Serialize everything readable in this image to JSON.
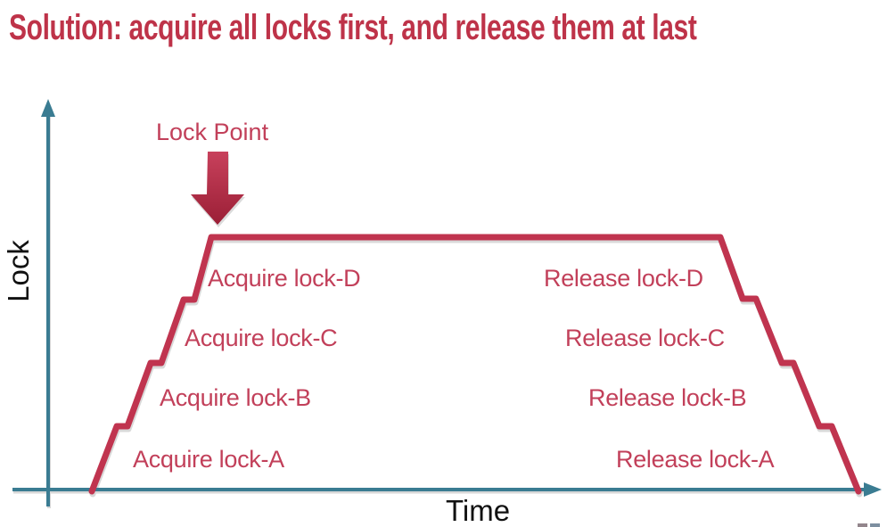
{
  "slide": {
    "title": "Solution: acquire all locks first, and release them at last"
  },
  "diagram": {
    "lock_point_label": "Lock Point",
    "y_axis_label": "Lock",
    "x_axis_label": "Time",
    "acquire_labels": [
      "Acquire lock-D",
      "Acquire lock-C",
      "Acquire lock-B",
      "Acquire lock-A"
    ],
    "release_labels": [
      "Release lock-D",
      "Release lock-C",
      "Release lock-B",
      "Release lock-A"
    ],
    "colors": {
      "title": "#BE3349",
      "line": "#C0344F",
      "label_text": "#C2405A",
      "axis": "#3A7C92",
      "arrow_gradient_top": "#C8415C",
      "arrow_gradient_bottom": "#9B1F36",
      "axis_text": "#111111"
    }
  }
}
